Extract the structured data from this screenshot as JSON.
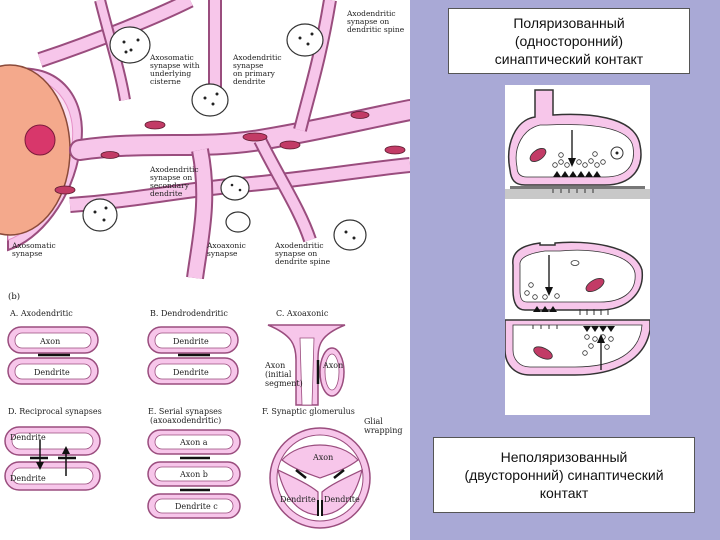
{
  "titles": {
    "polarized": [
      "Поляризованный",
      "(односторонний)",
      "синаптический контакт"
    ],
    "nonpolarized": [
      "Неполяризованный",
      "(двусторонний) синаптический",
      "контакт"
    ]
  },
  "upper_labels": {
    "axodendritic_spine": [
      "Axodendritic",
      "synapse on",
      "dendritic spine"
    ],
    "axosomatic_distant": [
      "Axosomatic",
      "synapse with",
      "underlying",
      "cisterne"
    ],
    "axodendritic_primary": [
      "Axodendritic",
      "synapse",
      "on primary",
      "dendrite"
    ],
    "axodendritic_secondary": [
      "Axodendritic",
      "synapse on",
      "secondary",
      "dendrite"
    ],
    "axosomatic": [
      "Axosomatic",
      "synapse"
    ],
    "axoaxonic": [
      "Axoaxonic",
      "synapse"
    ],
    "axodendritic_spine2": [
      "Axodendritic",
      "synapse on",
      "dendrite spine"
    ]
  },
  "panel_b": {
    "marker": "(b)",
    "a_title": "A. Axodendritic",
    "b_title": "B. Dendrodendritic",
    "c_title": "C. Axoaxonic",
    "d_title": "D. Reciprocal synapses",
    "e_title": "E. Serial synapses",
    "e_sub": "(axoaxodendritic)",
    "f_title": "F. Synaptic glomerulus",
    "a_axon": "Axon",
    "a_dendrite": "Dendrite",
    "b_dendrite1": "Dendrite",
    "b_dendrite2": "Dendrite",
    "c_axon_initial": [
      "Axon",
      "(initial",
      "segment)"
    ],
    "c_axon": "Axon",
    "d_dendrite1": "Dendrite",
    "d_dendrite2": "Dendrite",
    "e_axon_a": "Axon a",
    "e_axon_b": "Axon b",
    "e_dendrite_c": "Dendrite c",
    "f_glial": [
      "Glial",
      "wrapping"
    ],
    "f_axon": "Axon",
    "f_dendrite1": "Dendrite",
    "f_dendrite2": "Dendrite"
  },
  "colors": {
    "membrane_pink": "#f7c6ea",
    "membrane_line": "#9a4d7e",
    "nucleus": "#f4a98c",
    "nucleolus": "#d8376b",
    "mitochondria": "#c23b66",
    "panel_bg": "#a9a9d6"
  }
}
